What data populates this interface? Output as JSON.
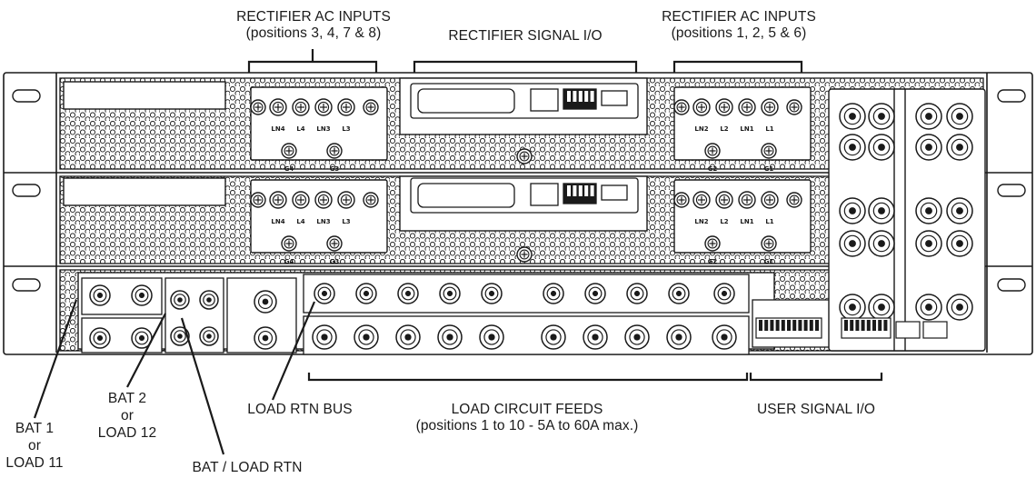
{
  "callouts": {
    "rect_ac_left": {
      "line1": "RECTIFIER AC INPUTS",
      "line2": "(positions 3, 4, 7 & 8)"
    },
    "rect_signal": {
      "line1": "RECTIFIER SIGNAL I/O"
    },
    "rect_ac_right": {
      "line1": "RECTIFIER AC INPUTS",
      "line2": "(positions 1, 2, 5 & 6)"
    },
    "bat1": {
      "line1": "BAT 1",
      "line2": "or",
      "line3": "LOAD 11"
    },
    "bat2": {
      "line1": "BAT 2",
      "line2": "or",
      "line3": "LOAD 12"
    },
    "bat_load_rtn": {
      "line1": "BAT / LOAD RTN"
    },
    "load_rtn_bus": {
      "line1": "LOAD RTN BUS"
    },
    "load_feeds": {
      "line1": "LOAD CIRCUIT FEEDS",
      "line2": "(positions 1 to 10 - 5A to 60A max.)"
    },
    "user_signal": {
      "line1": "USER SIGNAL I/O"
    }
  },
  "terminal_labels": {
    "left_block": [
      "LN4",
      "L4",
      "LN3",
      "L3"
    ],
    "right_block": [
      "LN2",
      "L2",
      "LN1",
      "L1"
    ],
    "left_grounds": [
      "G4",
      "G3"
    ],
    "right_grounds": [
      "G2",
      "G1"
    ]
  },
  "colors": {
    "line": "#1a1a1a",
    "panel": "#ffffff",
    "background": "#ffffff"
  }
}
